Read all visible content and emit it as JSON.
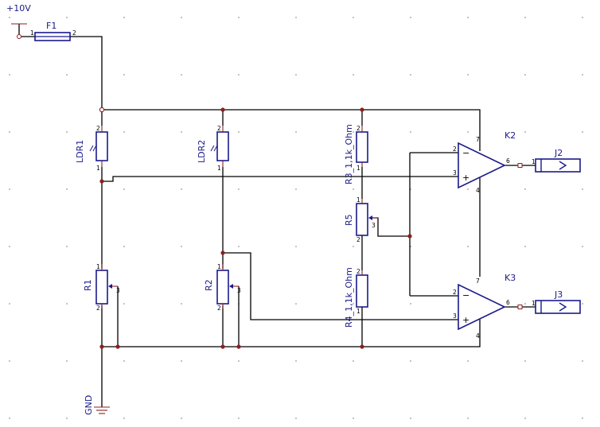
{
  "power": {
    "vcc_label": "+10V",
    "gnd_label": "GND"
  },
  "refs": {
    "F1": "F1",
    "LDR1": "LDR1",
    "LDR2": "LDR2",
    "R1": "R1",
    "R2": "R2",
    "R3": "R3_1,1k_Ohm",
    "R4": "R4_1,1k_Ohm",
    "R5": "R5",
    "K2": "K2",
    "K3": "K3",
    "J2": "J2",
    "J3": "J3"
  },
  "pins": {
    "p1": "1",
    "p2": "2",
    "p3": "3",
    "p4": "4",
    "p6": "6",
    "p7": "7"
  },
  "opamp_signs": {
    "minus": "−",
    "plus": "+"
  }
}
